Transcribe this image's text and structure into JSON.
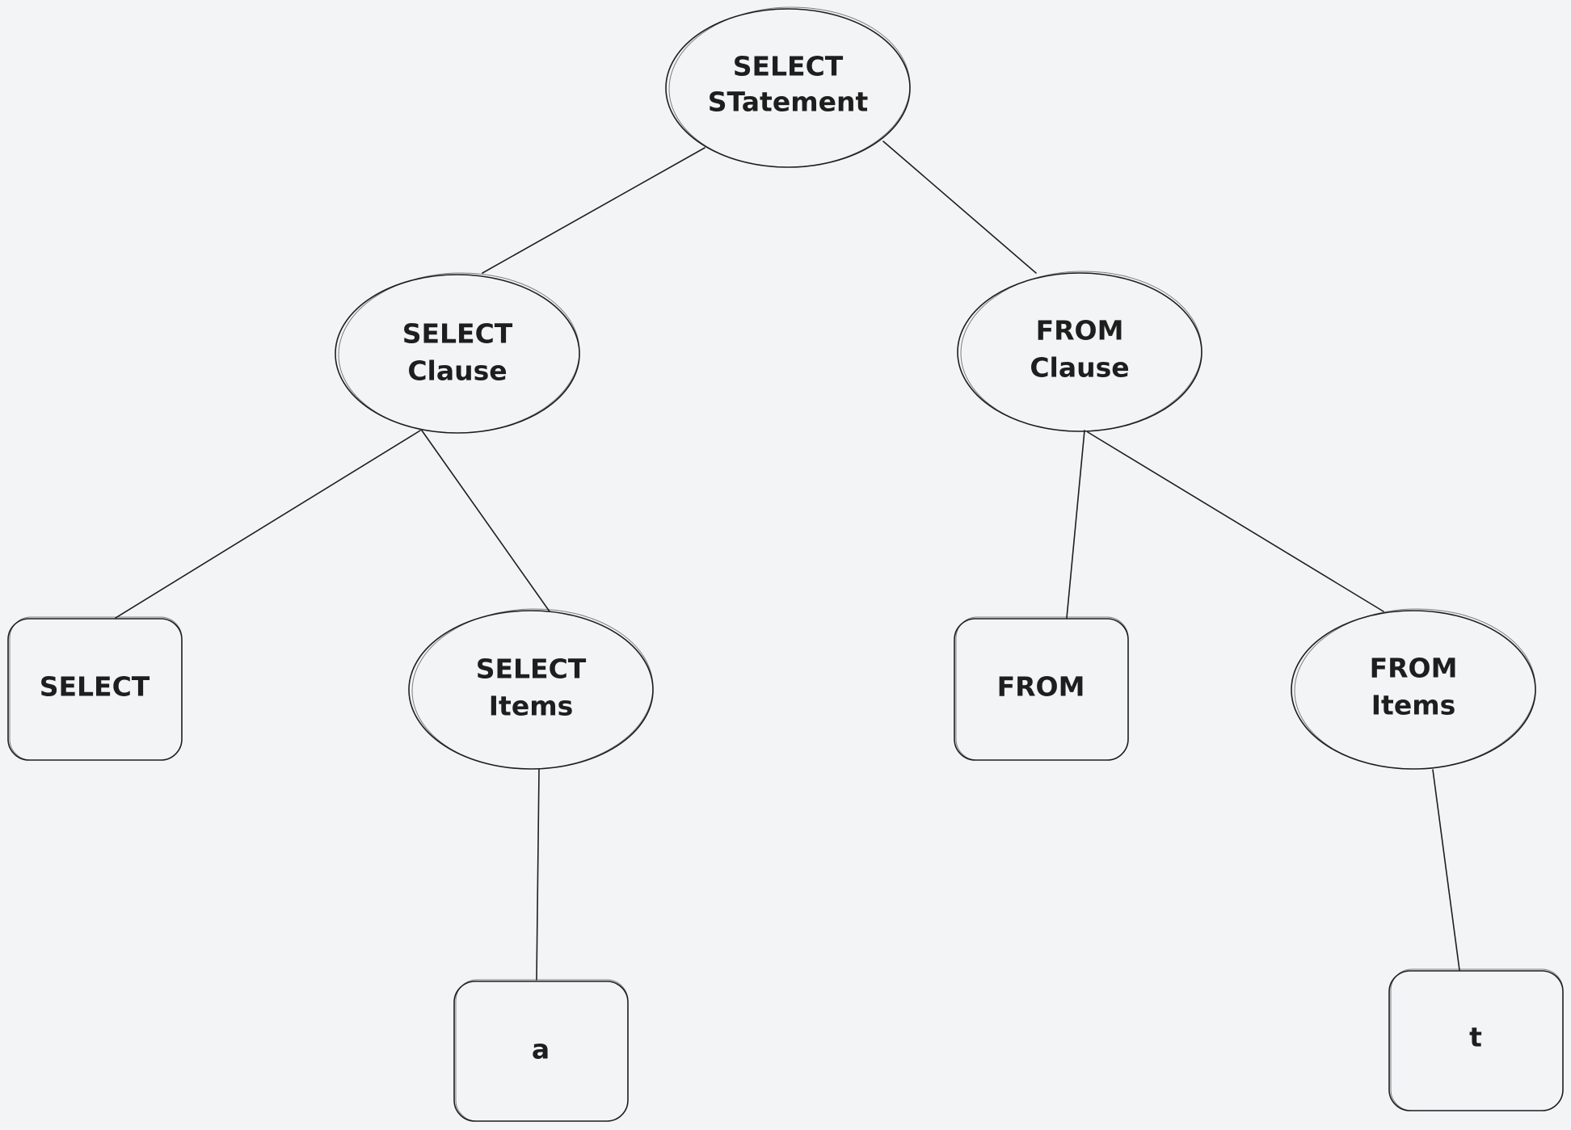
{
  "nodes": {
    "root": {
      "lines": [
        "SELECT",
        "STatement"
      ],
      "shape": "ellipse"
    },
    "select_clause": {
      "lines": [
        "SELECT",
        "Clause"
      ],
      "shape": "ellipse"
    },
    "from_clause": {
      "lines": [
        "FROM",
        "Clause"
      ],
      "shape": "ellipse"
    },
    "select_kw": {
      "lines": [
        "SELECT"
      ],
      "shape": "rounded-rect"
    },
    "select_items": {
      "lines": [
        "SELECT",
        "Items"
      ],
      "shape": "ellipse"
    },
    "from_kw": {
      "lines": [
        "FROM"
      ],
      "shape": "rounded-rect"
    },
    "from_items": {
      "lines": [
        "FROM",
        "Items"
      ],
      "shape": "ellipse"
    },
    "leaf_a": {
      "lines": [
        "a"
      ],
      "shape": "rounded-rect"
    },
    "leaf_t": {
      "lines": [
        "t"
      ],
      "shape": "rounded-rect"
    }
  },
  "edges": [
    [
      "root",
      "select_clause"
    ],
    [
      "root",
      "from_clause"
    ],
    [
      "select_clause",
      "select_kw"
    ],
    [
      "select_clause",
      "select_items"
    ],
    [
      "from_clause",
      "from_kw"
    ],
    [
      "from_clause",
      "from_items"
    ],
    [
      "select_items",
      "leaf_a"
    ],
    [
      "from_items",
      "leaf_t"
    ]
  ],
  "colors": {
    "background": "#f3f4f6",
    "stroke": "#1e1e1e"
  }
}
